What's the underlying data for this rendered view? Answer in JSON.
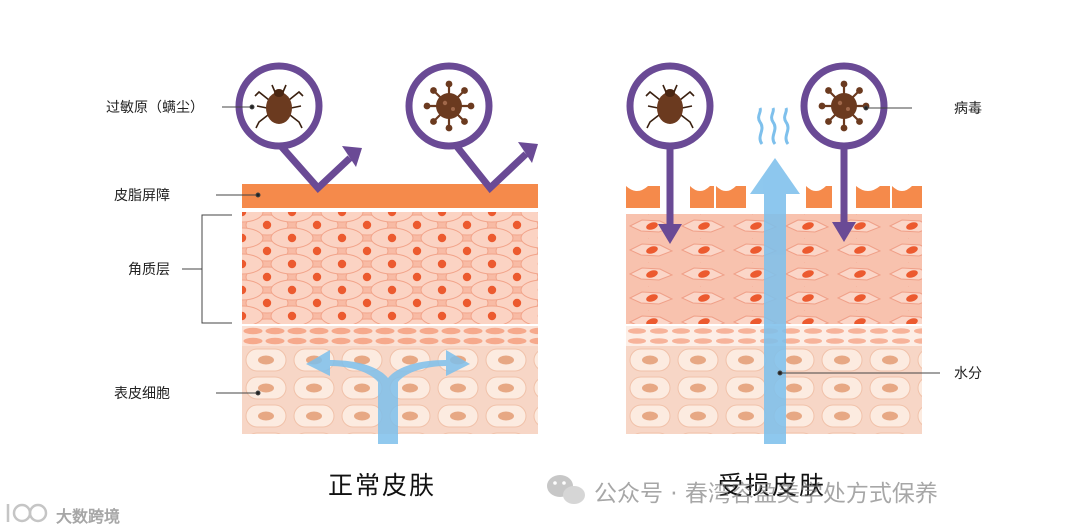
{
  "labels": {
    "allergen": "过敏原（螨尘）",
    "lipid_barrier": "皮脂屏障",
    "stratum_corneum": "角质层",
    "epidermal_cells": "表皮细胞",
    "virus": "病毒",
    "moisture": "水分"
  },
  "titles": {
    "normal": "正常皮肤",
    "damaged": "受损皮肤"
  },
  "watermark": {
    "account": "公众号 · 春湾容盈美学处方式保养",
    "corner": "大数跨境"
  },
  "colors": {
    "barrier": "#f58a4b",
    "stratum_fill": "#f7b9a3",
    "cell_bg": "#fbe3d6",
    "nucleus": "#ec5a2f",
    "circle_stroke": "#6a4a95",
    "mite": "#6b3a1f",
    "arrow_blue": "#7ec0ec"
  },
  "icons": [
    "mite-icon",
    "virus-icon",
    "vapor-icon",
    "wechat-icon"
  ]
}
